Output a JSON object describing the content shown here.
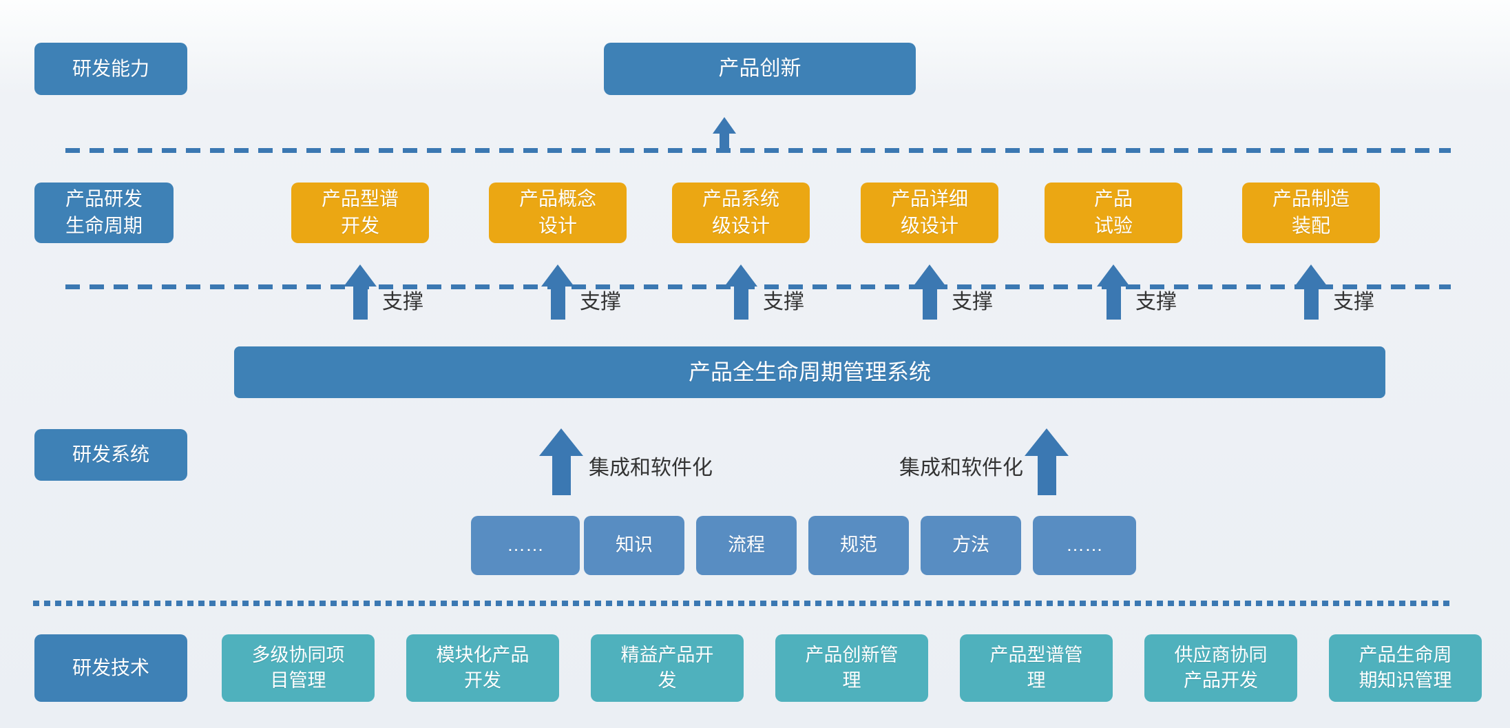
{
  "colors": {
    "primary_blue": "#3E81B6",
    "light_blue": "#588DC2",
    "orange": "#EBA713",
    "teal": "#4FB1BD",
    "arrow_blue": "#3B78B2",
    "dashed_line_blue": "#3B78B2",
    "dark_text": "#333333"
  },
  "row_capability": {
    "label": "研发能力"
  },
  "innovation": {
    "label": "产品创新"
  },
  "row_lifecycle": {
    "label": "产品研发\n生命周期",
    "support_label": "支撑",
    "stages": [
      {
        "label": "产品型谱\n开发"
      },
      {
        "label": "产品概念\n设计"
      },
      {
        "label": "产品系统\n级设计"
      },
      {
        "label": "产品详细\n级设计"
      },
      {
        "label": "产品\n试验"
      },
      {
        "label": "产品制造\n装配"
      }
    ]
  },
  "plm": {
    "banner": "产品全生命周期管理系统"
  },
  "row_system": {
    "label": "研发系统",
    "integration_label": "集成和软件化",
    "elements": [
      "……",
      "知识",
      "流程",
      "规范",
      "方法",
      "……"
    ]
  },
  "row_technology": {
    "label": "研发技术",
    "items": [
      {
        "label": "多级协同项\n目管理"
      },
      {
        "label": "模块化产品\n开发"
      },
      {
        "label": "精益产品开\n发"
      },
      {
        "label": "产品创新管\n理"
      },
      {
        "label": "产品型谱管\n理"
      },
      {
        "label": "供应商协同\n产品开发"
      },
      {
        "label": "产品生命周\n期知识管理"
      }
    ]
  }
}
